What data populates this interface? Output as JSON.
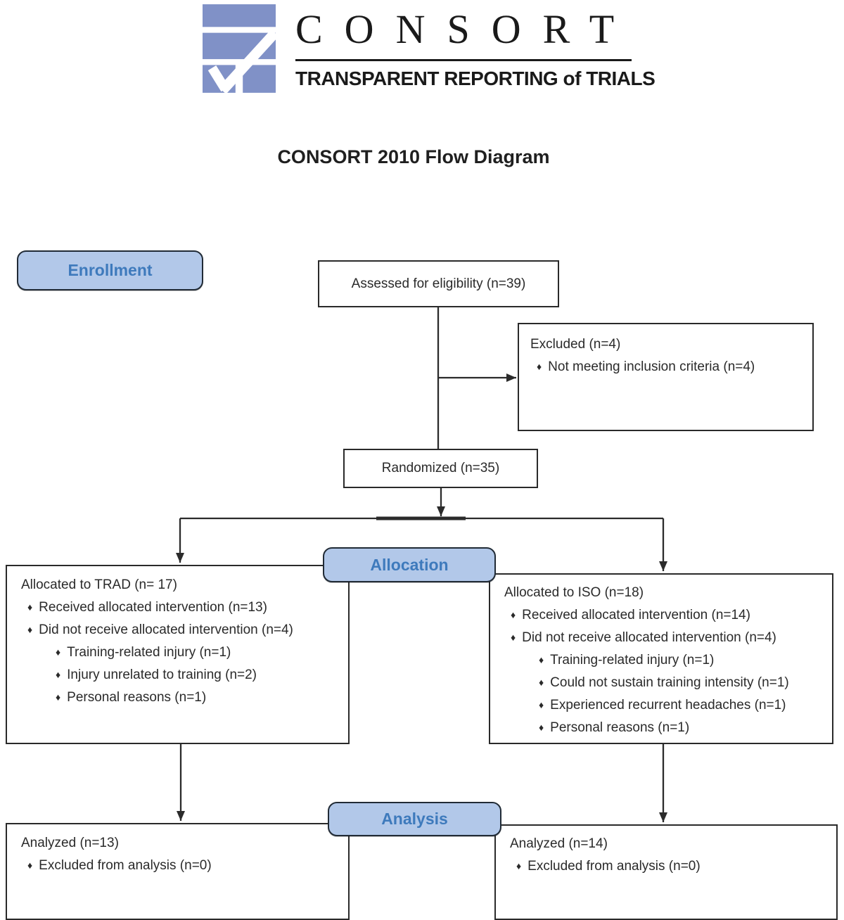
{
  "logo": {
    "brand": "CONSORT",
    "tagline": "TRANSPARENT REPORTING of TRIALS"
  },
  "title": "CONSORT 2010 Flow Diagram",
  "stages": {
    "enrollment_label": "Enrollment",
    "allocation_label": "Allocation",
    "analysis_label": "Analysis"
  },
  "bullet_glyph": "♦",
  "boxes": {
    "assessed": {
      "text": "Assessed for eligibility (n=39)"
    },
    "excluded": {
      "title": "Excluded (n=4)",
      "items": [
        {
          "level": 1,
          "text": "Not meeting inclusion criteria (n=4)"
        }
      ]
    },
    "randomized": {
      "text": "Randomized (n=35)"
    },
    "allocated_trad": {
      "title": "Allocated to TRAD (n= 17)",
      "items": [
        {
          "level": 1,
          "text": "Received allocated intervention (n=13)"
        },
        {
          "level": 1,
          "text": "Did not receive allocated intervention (n=4)"
        },
        {
          "level": 2,
          "text": "Training-related injury (n=1)"
        },
        {
          "level": 2,
          "text": "Injury unrelated to training (n=2)"
        },
        {
          "level": 2,
          "text": "Personal reasons (n=1)"
        }
      ]
    },
    "allocated_iso": {
      "title": "Allocated to ISO (n=18)",
      "items": [
        {
          "level": 1,
          "text": "Received allocated intervention (n=14)"
        },
        {
          "level": 1,
          "text": "Did not receive allocated intervention (n=4)"
        },
        {
          "level": 2,
          "text": "Training-related injury (n=1)"
        },
        {
          "level": 2,
          "text": "Could not sustain training intensity (n=1)"
        },
        {
          "level": 2,
          "text": "Experienced recurrent headaches (n=1)"
        },
        {
          "level": 2,
          "text": "Personal reasons (n=1)"
        }
      ]
    },
    "analyzed_trad": {
      "title": "Analyzed (n=13)",
      "items": [
        {
          "level": 1,
          "text": "Excluded from analysis (n=0)"
        }
      ]
    },
    "analyzed_iso": {
      "title": "Analyzed (n=14)",
      "items": [
        {
          "level": 1,
          "text": "Excluded from analysis (n=0)"
        }
      ]
    }
  },
  "colors": {
    "logo_blue": "#8091c7",
    "stage_fill": "#b2c8e9",
    "stage_border": "#212b36",
    "stage_text": "#3e7abc",
    "line": "#2b2b2b"
  }
}
